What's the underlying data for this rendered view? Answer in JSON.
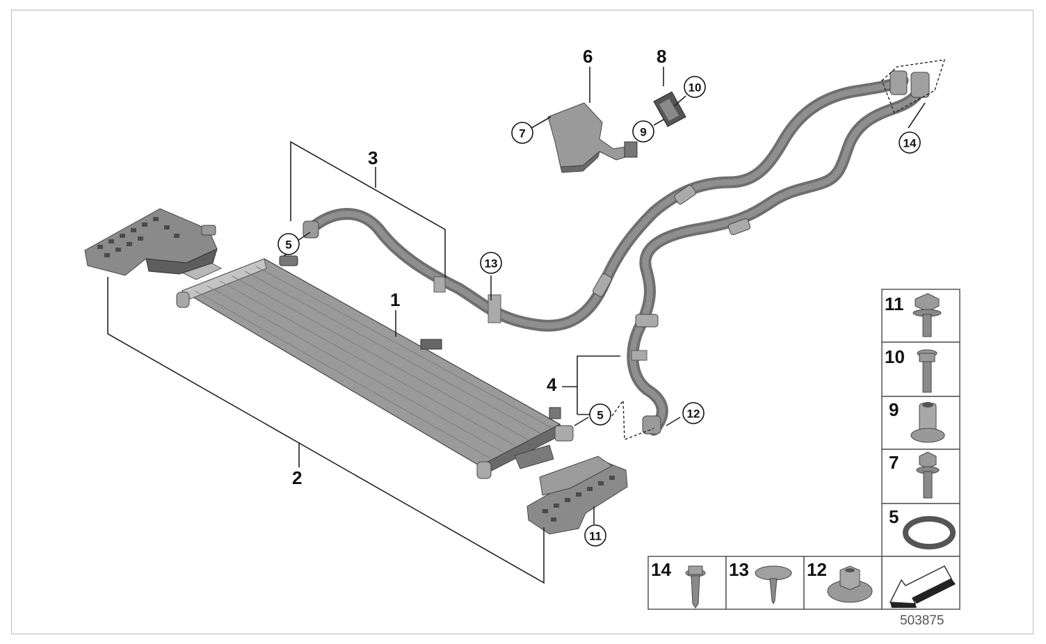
{
  "diagram": {
    "reference_number": "503875",
    "callouts_plain": [
      "1",
      "2",
      "3",
      "4",
      "6",
      "8"
    ],
    "callouts_circled": [
      "5",
      "5",
      "7",
      "9",
      "10",
      "11",
      "12",
      "13",
      "14"
    ],
    "legend_cells": [
      "11",
      "10",
      "9",
      "7",
      "5",
      "14",
      "13",
      "12"
    ]
  }
}
